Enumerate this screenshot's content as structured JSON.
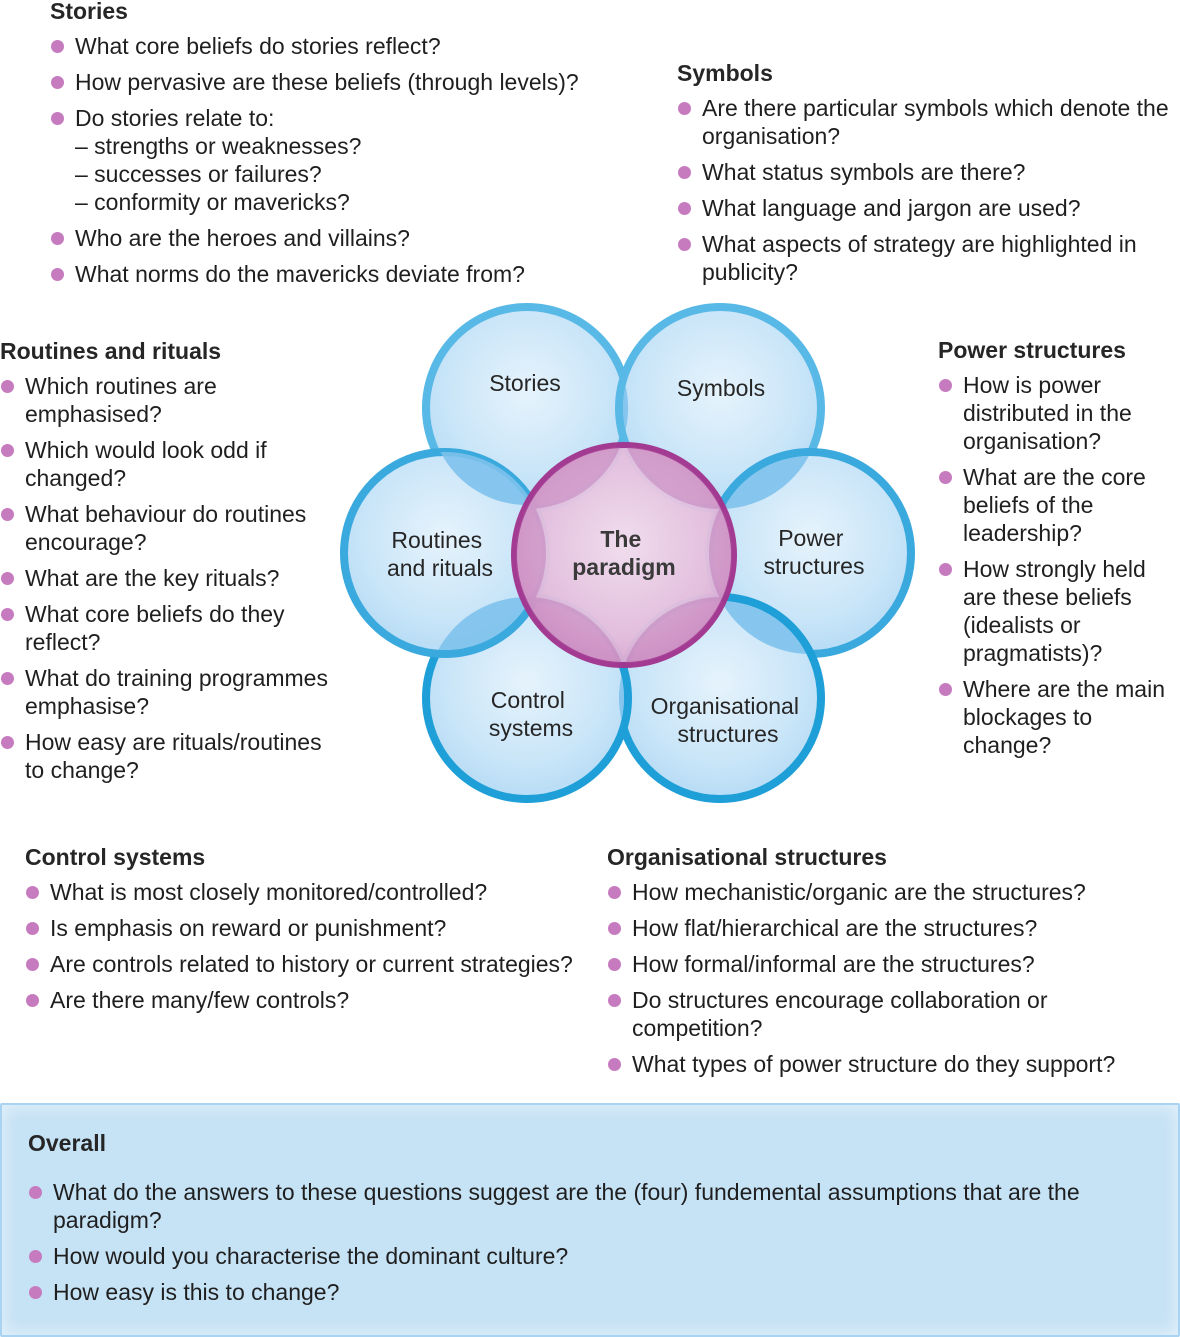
{
  "diagram": {
    "center": [
      "The",
      "paradigm"
    ],
    "petals": {
      "stories": [
        "Stories"
      ],
      "symbols": [
        "Symbols"
      ],
      "power": [
        "Power",
        "structures"
      ],
      "organisational": [
        "Organisational",
        "structures"
      ],
      "control": [
        "Control",
        "systems"
      ],
      "routines": [
        "Routines",
        "and rituals"
      ]
    },
    "colors": {
      "petal_light": "#e3f2fc",
      "petal_fill": "#c5e3f7",
      "petal_rim": "#1e9fd8",
      "overlap": "#74bce9",
      "center_fill": "#e7c6e2",
      "center_rim": "#a3358f",
      "bullet": "#c77bbf"
    }
  },
  "sections": {
    "stories": {
      "title": "Stories",
      "items": [
        "What core beliefs do stories reflect?",
        "How pervasive are these beliefs (through levels)?",
        "Do stories relate to:\n– strengths or weaknesses?\n– successes or failures?\n– conformity or mavericks?",
        "Who are the heroes and villains?",
        "What norms do the mavericks deviate from?"
      ]
    },
    "symbols": {
      "title": "Symbols",
      "items": [
        "Are there particular symbols which denote the organisation?",
        "What status symbols are there?",
        "What language and jargon are used?",
        "What aspects of strategy are highlighted in publicity?"
      ]
    },
    "routines": {
      "title": "Routines and rituals",
      "items": [
        "Which routines are emphasised?",
        "Which would look odd if changed?",
        "What behaviour do routines encourage?",
        "What are the key rituals?",
        "What core beliefs do they reflect?",
        "What do training programmes emphasise?",
        "How easy are rituals/routines to change?"
      ]
    },
    "power": {
      "title": "Power structures",
      "items": [
        "How is power distributed in the organisation?",
        "What are the core beliefs of the leadership?",
        "How strongly held are these beliefs (idealists or pragmatists)?",
        "Where are the main blockages to change?"
      ]
    },
    "control": {
      "title": "Control systems",
      "items": [
        "What is most closely monitored/controlled?",
        "Is emphasis on reward or punishment?",
        "Are controls related to history or current strategies?",
        "Are there many/few controls?"
      ]
    },
    "organisational": {
      "title": "Organisational structures",
      "items": [
        "How mechanistic/organic are the structures?",
        "How flat/hierarchical are the structures?",
        "How formal/informal are the structures?",
        "Do structures encourage collaboration or competition?",
        "What types of power structure do they support?"
      ]
    },
    "overall": {
      "title": "Overall",
      "items": [
        "What do the answers to these questions suggest are the (four) fundemental assumptions that are the paradigm?",
        "How would you characterise the dominant culture?",
        "How easy is this to change?"
      ]
    }
  }
}
